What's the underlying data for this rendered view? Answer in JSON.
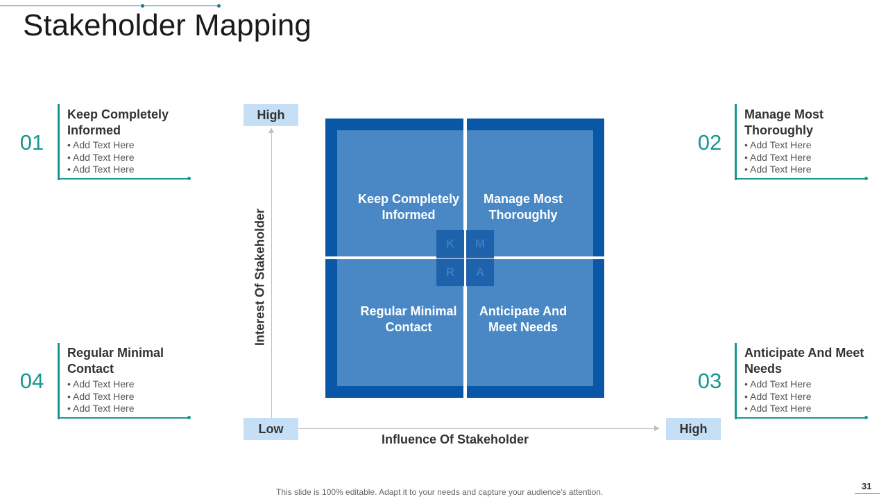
{
  "title": "Stakeholder Mapping",
  "cards": [
    {
      "number": "01",
      "title": "Keep Completely Informed",
      "bullets": [
        "Add Text Here",
        "Add Text Here",
        "Add Text Here"
      ]
    },
    {
      "number": "02",
      "title": "Manage Most Thoroughly",
      "bullets": [
        "Add Text Here",
        "Add Text Here",
        "Add Text Here"
      ]
    },
    {
      "number": "03",
      "title": "Anticipate And Meet Needs",
      "bullets": [
        "Add Text Here",
        "Add Text Here",
        "Add Text Here"
      ]
    },
    {
      "number": "04",
      "title": "Regular Minimal Contact",
      "bullets": [
        "Add Text Here",
        "Add Text Here",
        "Add Text Here"
      ]
    }
  ],
  "matrix": {
    "quadrants": {
      "top_left": "Keep Completely Informed",
      "top_right": "Manage Most Thoroughly",
      "bottom_left": "Regular Minimal Contact",
      "bottom_right": "Anticipate And Meet Needs"
    },
    "letters": {
      "top_left": "K",
      "top_right": "M",
      "bottom_left": "R",
      "bottom_right": "A"
    },
    "colors": {
      "outer": "#0a57a8",
      "inner": "#4a88c5",
      "center": "#1e62ab"
    }
  },
  "axes": {
    "y_high": "High",
    "y_title": "Interest Of Stakeholder",
    "origin_low": "Low",
    "x_high": "High",
    "x_title": "Influence Of Stakeholder"
  },
  "footer": "This slide is 100% editable. Adapt it to your needs and capture your audience's attention.",
  "page_number": "31",
  "accent_color": "#17978f"
}
